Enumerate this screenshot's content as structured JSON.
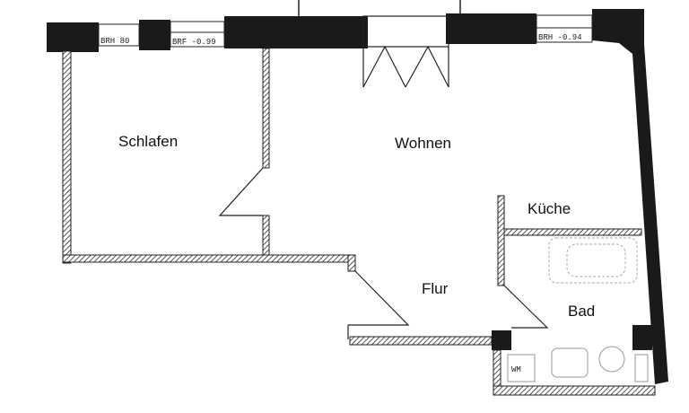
{
  "floorplan": {
    "rooms": [
      {
        "id": "schlafen",
        "label": "Schlafen"
      },
      {
        "id": "wohnen",
        "label": "Wohnen"
      },
      {
        "id": "kueche",
        "label": "Küche"
      },
      {
        "id": "flur",
        "label": "Flur"
      },
      {
        "id": "bad",
        "label": "Bad"
      }
    ],
    "annotations": {
      "window1": "BRH 80",
      "window2": "BRF -0.99",
      "window3": "BRH -0.94",
      "washer": "WM"
    },
    "colors": {
      "wall": "#1a1a1a",
      "hatch": "#555555",
      "line": "#222222"
    }
  }
}
